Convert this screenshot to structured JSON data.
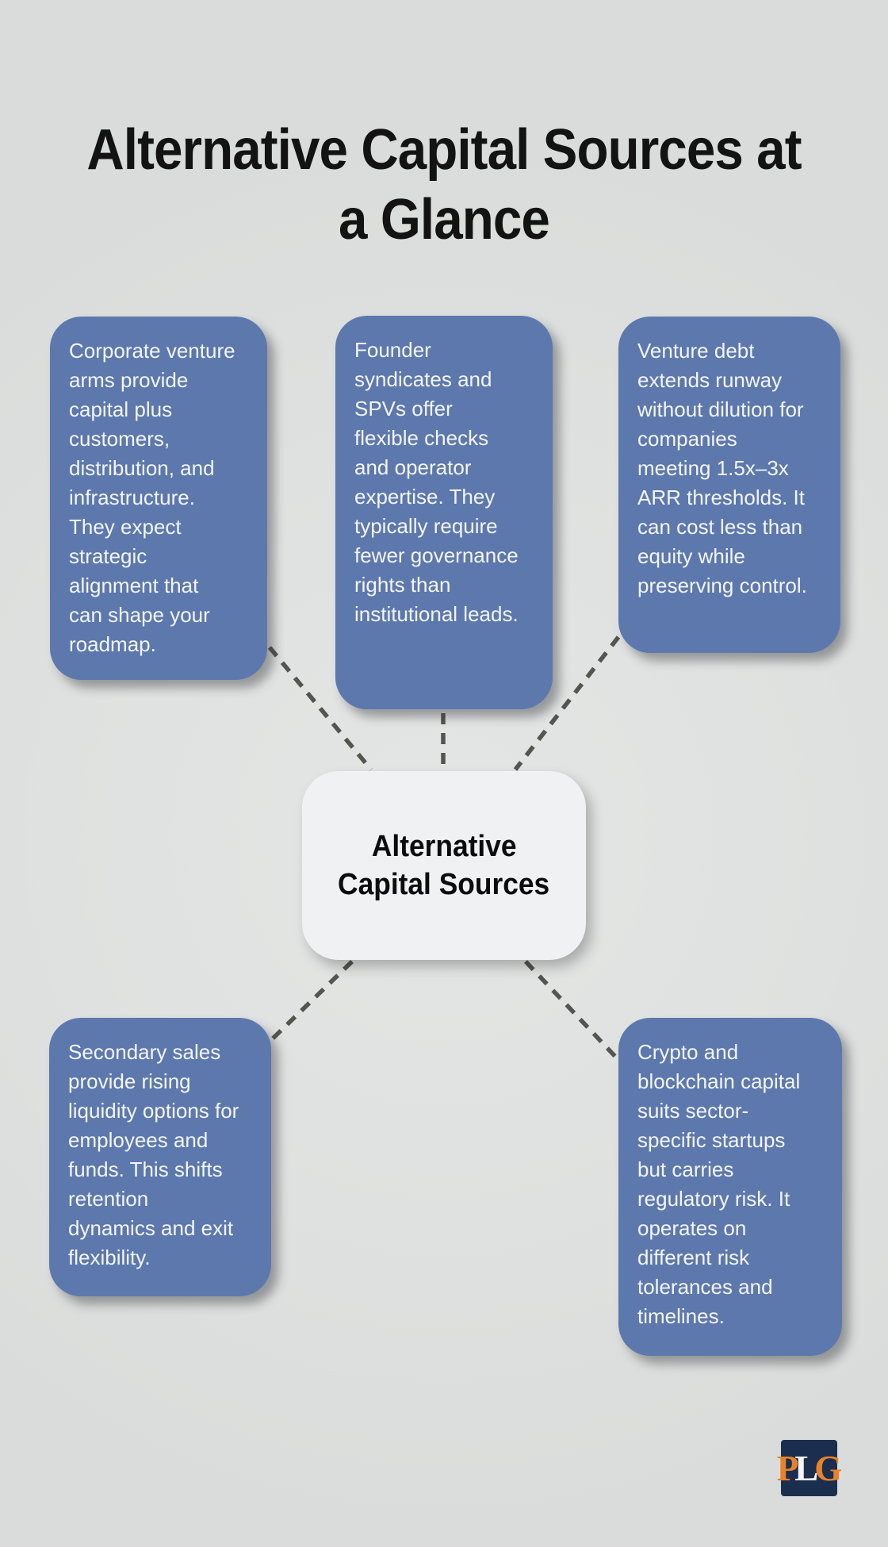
{
  "title": {
    "line1": "Alternative Capital Sources at",
    "line2": "a Glance"
  },
  "center_node": {
    "line1": "Alternative",
    "line2": "Capital Sources"
  },
  "nodes": [
    {
      "id": "corporate-venture-arms",
      "text": "Corporate venture arms provide capital plus customers, distribution, and infrastructure. They expect strategic alignment that can shape your roadmap."
    },
    {
      "id": "founder-syndicates-spvs",
      "text": "Founder syndicates and SPVs offer flexible checks and operator expertise. They typically require fewer governance rights than institutional leads."
    },
    {
      "id": "venture-debt",
      "text": "Venture debt extends runway without dilution for companies meeting 1.5x–3x ARR thresholds. It can cost less than equity while preserving control."
    },
    {
      "id": "secondary-sales",
      "text": "Secondary sales provide rising liquidity options for employees and funds. This shifts retention dynamics and exit flexibility."
    },
    {
      "id": "crypto-blockchain-capital",
      "text": "Crypto and blockchain capital suits sector-specific startups but carries regulatory risk. It operates on different risk tolerances and timelines."
    }
  ],
  "logo": {
    "text": "PLG",
    "letters": [
      {
        "char": "P",
        "color": "#e8822a"
      },
      {
        "char": "L",
        "color": "#f4f5f6"
      },
      {
        "char": "G",
        "color": "#e8822a"
      }
    ],
    "background": "#1b2e4e"
  },
  "colors": {
    "page_background": "#dfe1e0",
    "node_fill": "#5d78ac",
    "node_text": "#f3f5f7",
    "center_fill": "#eff1f2",
    "center_text": "#0c0c0c",
    "title_text": "#131313",
    "connector": "#53564f"
  }
}
